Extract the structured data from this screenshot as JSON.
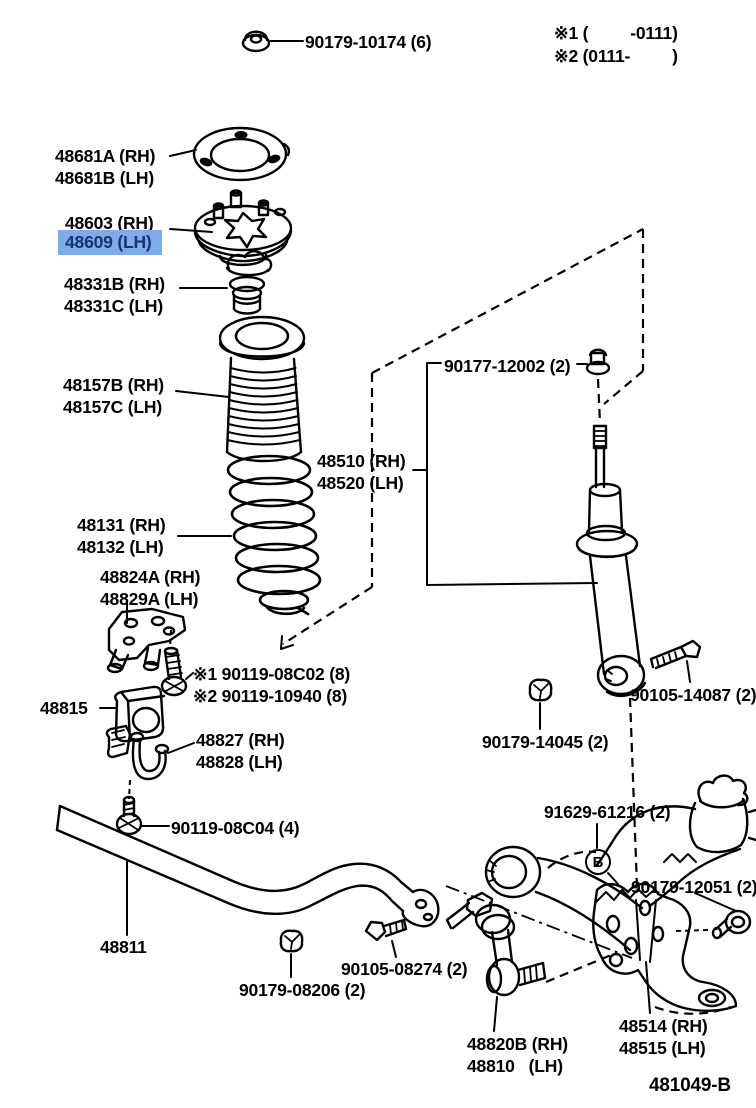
{
  "diagram": {
    "code": "481049-B",
    "description": "front spring and shock absorber exploded parts diagram",
    "selected_part": "48609 (LH)"
  },
  "colors": {
    "line": "#000000",
    "label_text": "#000000",
    "highlight_bg": "#7fabe8",
    "highlight_text": "#16356f",
    "background": "#ffffff"
  },
  "callouts": {
    "b": "B"
  },
  "notes": {
    "note1": "※1 (         -0111)",
    "note2": "※2 (0111-         )"
  },
  "labels": [
    {
      "part": "90179-10174",
      "lines": [
        "90179-10174 (6)"
      ]
    },
    {
      "part": "note-1",
      "lines": [
        "※1 (         -0111)"
      ]
    },
    {
      "part": "note-2",
      "lines": [
        "※2 (0111-         )"
      ]
    },
    {
      "part": "48681",
      "lines": [
        "48681A (RH)",
        "48681B (LH)"
      ]
    },
    {
      "part": "48603",
      "lines": [
        "48603 (RH)"
      ]
    },
    {
      "part": "48609",
      "lines": [
        "48609 (LH)"
      ],
      "highlighted": true
    },
    {
      "part": "48331",
      "lines": [
        "48331B (RH)",
        "48331C (LH)"
      ]
    },
    {
      "part": "48157",
      "lines": [
        "48157B (RH)",
        "48157C (LH)"
      ]
    },
    {
      "part": "48510",
      "lines": [
        "48510 (RH)",
        "48520 (LH)"
      ]
    },
    {
      "part": "90177-12002",
      "lines": [
        "90177-12002 (2)"
      ]
    },
    {
      "part": "48131",
      "lines": [
        "48131 (RH)",
        "48132 (LH)"
      ]
    },
    {
      "part": "48824",
      "lines": [
        "48824A (RH)",
        "48829A (LH)"
      ]
    },
    {
      "part": "90119-08C02",
      "lines": [
        "※1 90119-08C02 (8)"
      ]
    },
    {
      "part": "90119-10940",
      "lines": [
        "※2 90119-10940 (8)"
      ]
    },
    {
      "part": "48815",
      "lines": [
        "48815"
      ]
    },
    {
      "part": "48827",
      "lines": [
        "48827 (RH)",
        "48828 (LH)"
      ]
    },
    {
      "part": "90119-08C04",
      "lines": [
        "90119-08C04 (4)"
      ]
    },
    {
      "part": "48811",
      "lines": [
        "48811"
      ]
    },
    {
      "part": "90179-08206",
      "lines": [
        "90179-08206 (2)"
      ]
    },
    {
      "part": "90105-08274",
      "lines": [
        "90105-08274 (2)"
      ]
    },
    {
      "part": "90179-14045",
      "lines": [
        "90179-14045 (2)"
      ]
    },
    {
      "part": "90105-14087",
      "lines": [
        "90105-14087 (2)"
      ]
    },
    {
      "part": "91629-61216",
      "lines": [
        "91629-61216 (2)"
      ]
    },
    {
      "part": "90179-12051",
      "lines": [
        "90179-12051 (2)"
      ]
    },
    {
      "part": "48820B",
      "lines": [
        "48820B (RH)",
        "48810   (LH)"
      ]
    },
    {
      "part": "48514",
      "lines": [
        "48514 (RH)",
        "48515 (LH)"
      ]
    },
    {
      "part": "diagram-code",
      "lines": [
        "481049-B"
      ]
    }
  ]
}
